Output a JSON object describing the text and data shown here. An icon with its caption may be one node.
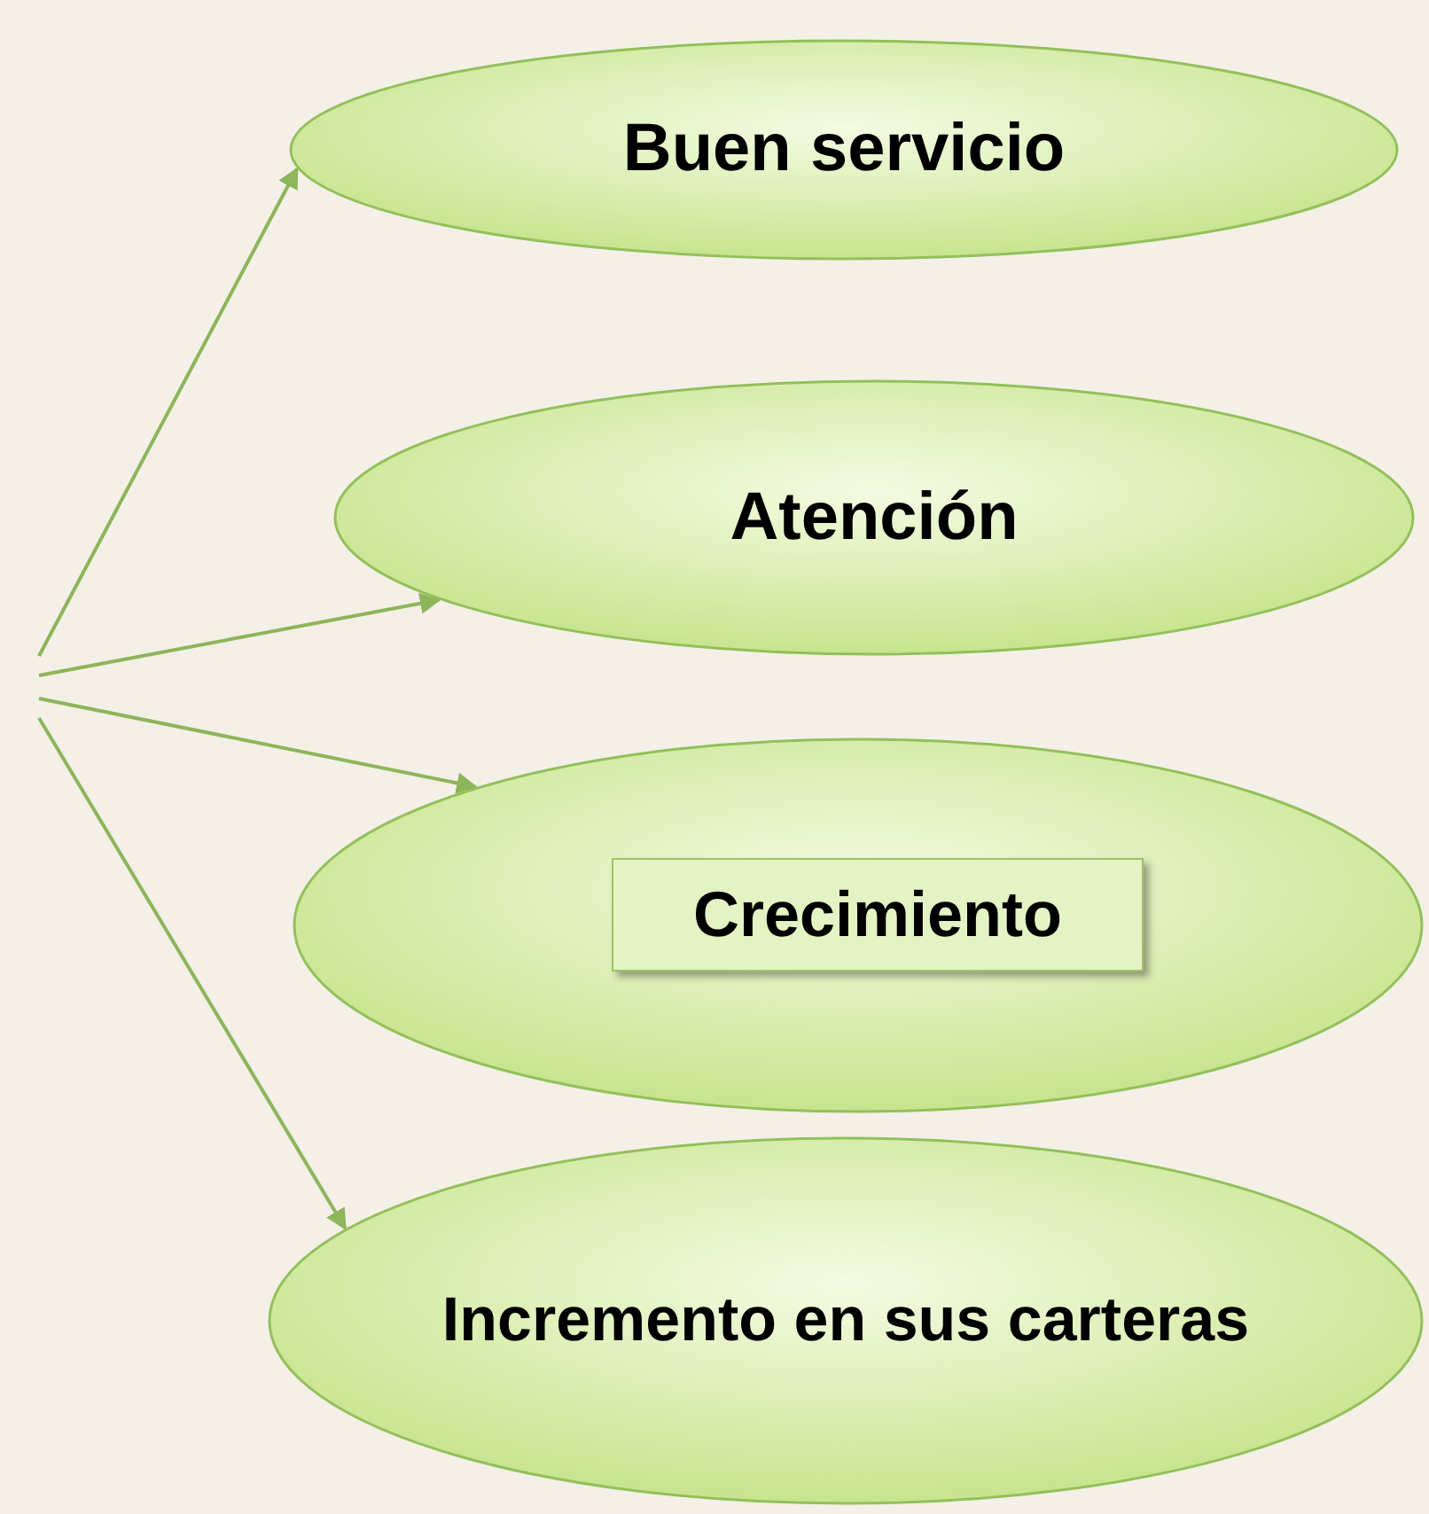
{
  "diagram": {
    "nodes": [
      {
        "text": [
          "Buen servicio"
        ]
      },
      {
        "text": [
          "Atención"
        ]
      },
      {
        "text": [],
        "shape": "ellipse"
      },
      {
        "text": [
          "Crecimiento"
        ],
        "in": 2
      },
      {
        "text": [
          "Incremento en sus carteras"
        ]
      }
    ],
    "edges": [
      {
        "from": null,
        "to": 0,
        "arrow": "to"
      },
      {
        "from": null,
        "to": 1,
        "arrow": "to"
      },
      {
        "from": null,
        "to": 2,
        "arrow": "to"
      },
      {
        "from": null,
        "to": 4,
        "arrow": "to"
      }
    ]
  }
}
